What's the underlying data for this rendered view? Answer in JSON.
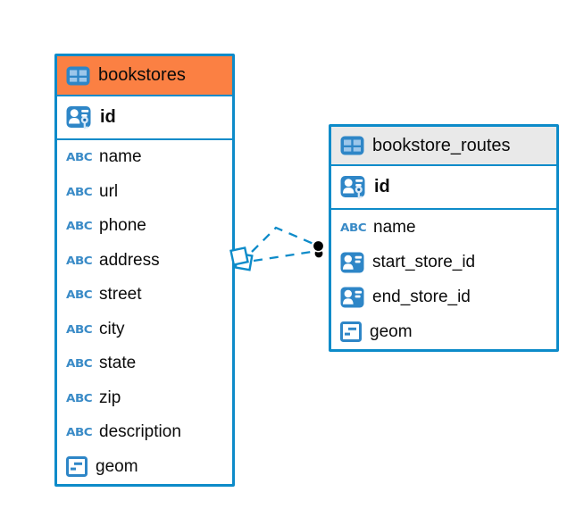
{
  "diagram": {
    "type": "entity-relationship-diagram",
    "colors": {
      "table_border": "#0D8BC9",
      "bookstores_header": "#FB8043",
      "routes_header": "#E9E9E9",
      "relationship_line": "#0E8BC9",
      "icon_blue": "#2E86C7"
    },
    "icons": {
      "text_type_label": "ABC"
    },
    "relationship": {
      "style": "dashed",
      "from_table": "bookstores",
      "to_table": "bookstore_routes",
      "line_count": 2
    },
    "tables": [
      {
        "name": "bookstores",
        "columns": [
          {
            "name": "id"
          },
          {
            "name": "name"
          },
          {
            "name": "url"
          },
          {
            "name": "phone"
          },
          {
            "name": "address"
          },
          {
            "name": "street"
          },
          {
            "name": "city"
          },
          {
            "name": "state"
          },
          {
            "name": "zip"
          },
          {
            "name": "description"
          },
          {
            "name": "geom"
          }
        ]
      },
      {
        "name": "bookstore_routes",
        "columns": [
          {
            "name": "id"
          },
          {
            "name": "name"
          },
          {
            "name": "start_store_id"
          },
          {
            "name": "end_store_id"
          },
          {
            "name": "geom"
          }
        ]
      }
    ]
  }
}
